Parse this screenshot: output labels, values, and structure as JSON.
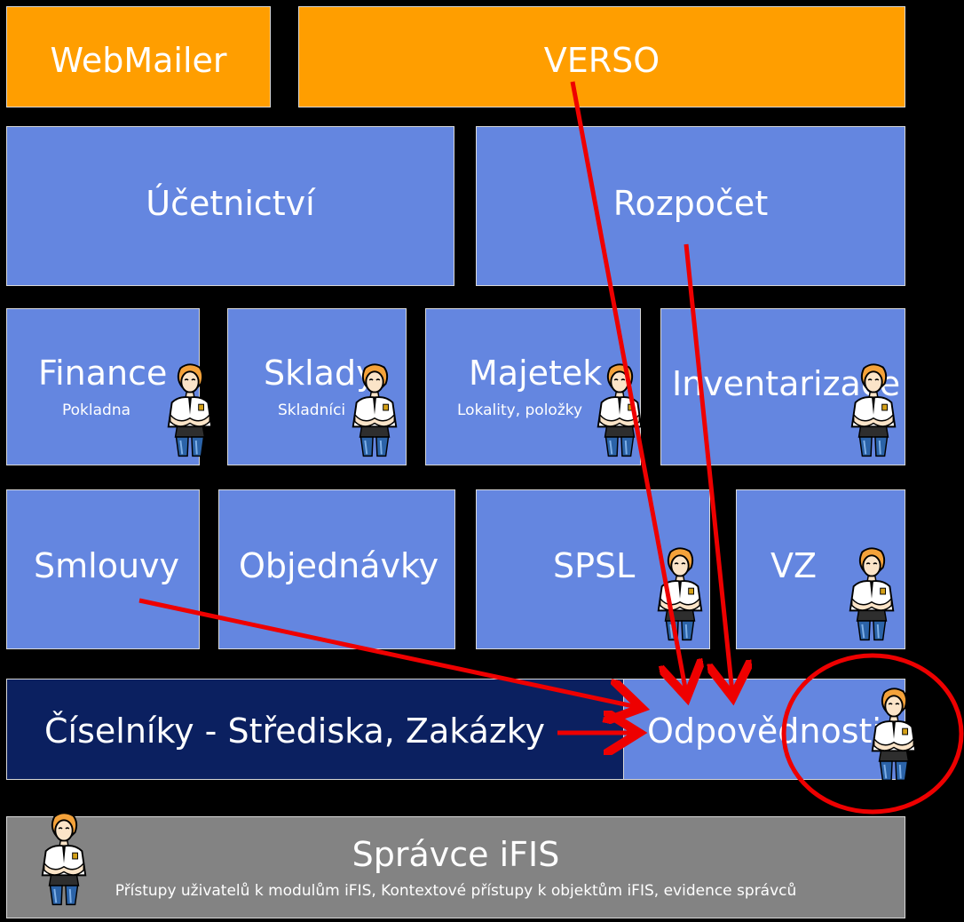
{
  "modules": {
    "webmailer": "WebMailer",
    "verso": "VERSO",
    "ucetnictvi": "Účetnictví",
    "rozpocet": "Rozpočet",
    "finance": {
      "title": "Finance",
      "sub": "Pokladna"
    },
    "sklady": {
      "title": "Sklady",
      "sub": "Skladníci"
    },
    "majetek": {
      "title": "Majetek",
      "sub": "Lokality, položky"
    },
    "inventarizace": "Inventarizace",
    "smlouvy": "Smlouvy",
    "objednavky": "Objednávky",
    "spsl": "SPSL",
    "vz": "VZ",
    "ciselniky": "Číselníky - Střediska, Zakázky",
    "odpovednosti": "Odpovědnosti",
    "spravce": {
      "title": "Správce iFIS",
      "sub": "Přístupy uživatelů k modulům iFIS, Kontextové přístupy k objektům iFIS, evidence správců"
    }
  },
  "colors": {
    "orange": "#ff9e00",
    "blue": "#6486e0",
    "navy": "#0b2060",
    "gray": "#838383",
    "arrow": "#ee0000"
  }
}
